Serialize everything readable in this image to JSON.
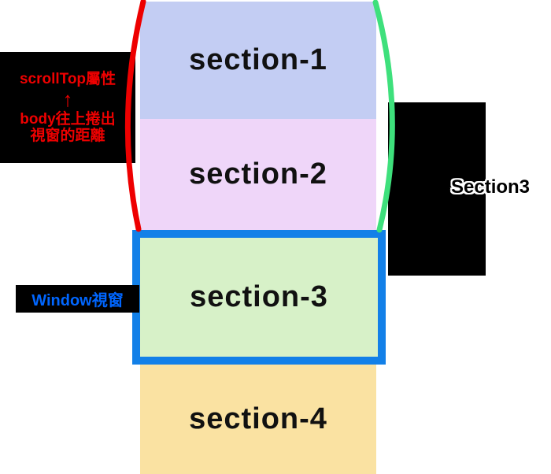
{
  "sections": [
    {
      "id": "section-1",
      "label": "section-1",
      "fill": "#c3cdf3"
    },
    {
      "id": "section-2",
      "label": "section-2",
      "fill": "#efd6f9"
    },
    {
      "id": "section-3",
      "label": "section-3",
      "fill": "#d7f1c8"
    },
    {
      "id": "section-4",
      "label": "section-4",
      "fill": "#fae2a2"
    }
  ],
  "viewport": {
    "border_color": "#1280e8"
  },
  "scrolltop_annotation": {
    "title": "scrollTop屬性",
    "arrow": "↑",
    "desc_line1": "body往上捲出",
    "desc_line2": "視窗的距離",
    "text_color": "#ee0000",
    "background": "#000000"
  },
  "window_annotation": {
    "label": "Window視窗",
    "text_color": "#0066ff",
    "background": "#000000"
  },
  "section3_annotation": {
    "label": "Section3",
    "text_color": "#000000",
    "outline_color": "#ffffff",
    "background": "#000000"
  },
  "braces": {
    "left_brace_color": "#ee0000",
    "right_brace_color": "#3ee07c"
  }
}
